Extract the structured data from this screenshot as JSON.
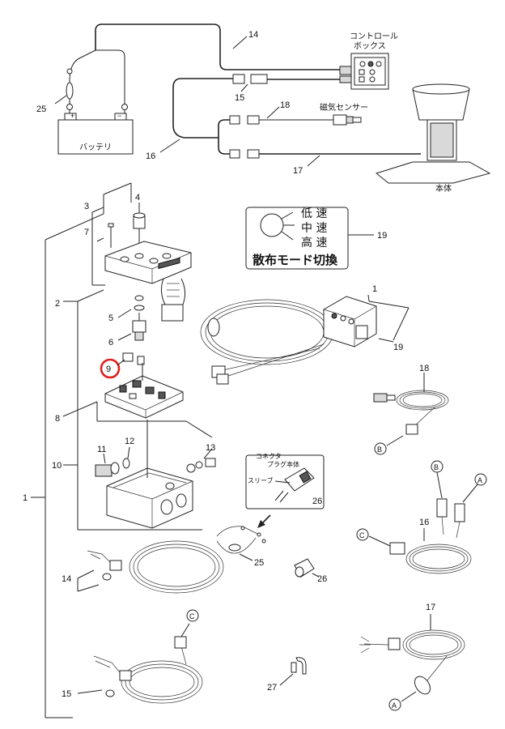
{
  "labels": {
    "control_box": [
      "コントロール",
      "ボックス"
    ],
    "battery": "バッテリ",
    "magnetic_sensor": "磁気センサー",
    "main_body": "本体",
    "mode_panel": {
      "low": "低 速",
      "mid": "中 速",
      "high": "高 速",
      "title": "散布モード切換"
    },
    "connector": [
      "コネクタ",
      "プラグ本体"
    ],
    "sleeve": "スリーブ"
  },
  "parts": {
    "p1": "1",
    "p2": "2",
    "p3": "3",
    "p4": "4",
    "p5": "5",
    "p6": "6",
    "p7": "7",
    "p8": "8",
    "p9": "9",
    "p10": "10",
    "p11": "11",
    "p12": "12",
    "p13": "13",
    "p14": "14",
    "p15": "15",
    "p16": "16",
    "p17": "17",
    "p18": "18",
    "p19": "19",
    "p25": "25",
    "p26": "26",
    "p27": "27"
  },
  "letters": {
    "a": "A",
    "b": "B",
    "c": "C"
  },
  "highlight": {
    "part": "9",
    "color": "#e0201b"
  }
}
